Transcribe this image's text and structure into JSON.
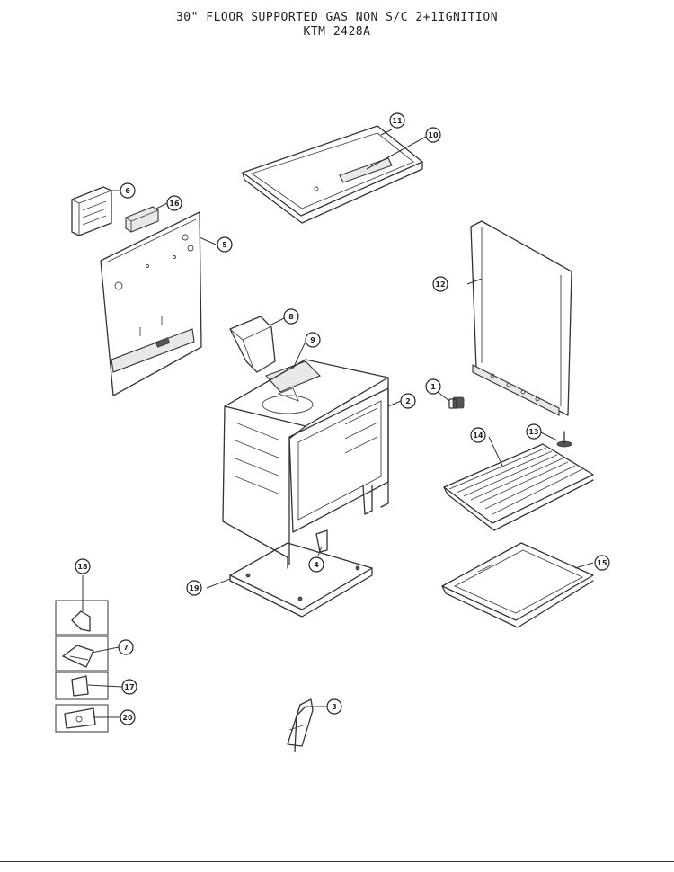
{
  "title": {
    "line1": "30\" FLOOR SUPPORTED GAS NON S/C 2+1IGNITION",
    "line2": "KTM 2428A"
  },
  "callouts": [
    {
      "id": "c1",
      "label": "1"
    },
    {
      "id": "c2",
      "label": "2"
    },
    {
      "id": "c3",
      "label": "3"
    },
    {
      "id": "c4",
      "label": "4"
    },
    {
      "id": "c5",
      "label": "5"
    },
    {
      "id": "c6",
      "label": "6"
    },
    {
      "id": "c7",
      "label": "7"
    },
    {
      "id": "c8",
      "label": "8"
    },
    {
      "id": "c9",
      "label": "9"
    },
    {
      "id": "c10",
      "label": "10"
    },
    {
      "id": "c11",
      "label": "11"
    },
    {
      "id": "c12",
      "label": "12"
    },
    {
      "id": "c13",
      "label": "13"
    },
    {
      "id": "c14",
      "label": "14"
    },
    {
      "id": "c15",
      "label": "15"
    },
    {
      "id": "c16",
      "label": "16"
    },
    {
      "id": "c17",
      "label": "17"
    },
    {
      "id": "c18",
      "label": "18"
    },
    {
      "id": "c19",
      "label": "19"
    },
    {
      "id": "c20",
      "label": "20"
    }
  ]
}
